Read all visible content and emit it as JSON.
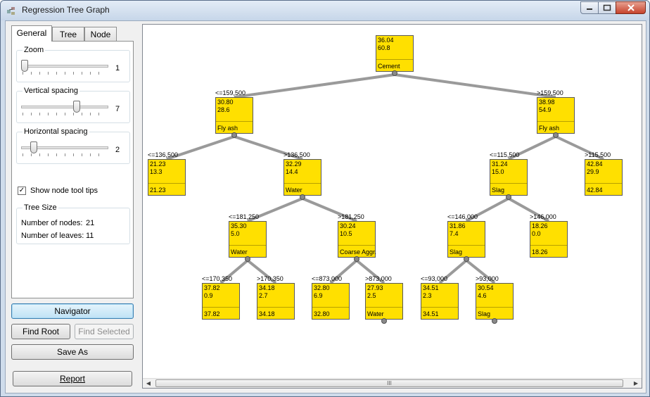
{
  "window": {
    "title": "Regression Tree Graph"
  },
  "tabs": [
    {
      "label": "General",
      "active": true
    },
    {
      "label": "Tree",
      "active": false
    },
    {
      "label": "Node",
      "active": false
    }
  ],
  "zoom": {
    "label": "Zoom",
    "value": "1",
    "level": 0.0
  },
  "vertical_spacing": {
    "label": "Vertical spacing",
    "value": "7",
    "level": 0.65
  },
  "horizontal_spacing": {
    "label": "Horizontal spacing",
    "value": "2",
    "level": 0.11
  },
  "show_tooltips": {
    "label": "Show node tool tips",
    "checked": true
  },
  "tree_size": {
    "title": "Tree Size",
    "nodes_label": "Number of nodes:",
    "nodes_value": "21",
    "leaves_label": "Number of leaves:",
    "leaves_value": "11"
  },
  "buttons": {
    "navigator": "Navigator",
    "find_root": "Find Root",
    "find_selected": "Find Selected",
    "save_as": "Save As",
    "report": "Report"
  },
  "tree": {
    "nodes": [
      {
        "id": "n0",
        "v1": "36.04",
        "v2": "60.8",
        "label": "Cement",
        "cond": ""
      },
      {
        "id": "n1",
        "v1": "30.80",
        "v2": "28.6",
        "label": "Fly ash",
        "cond": "<=159,500"
      },
      {
        "id": "n2",
        "v1": "38.98",
        "v2": "54.9",
        "label": "Fly ash",
        "cond": ">159,500"
      },
      {
        "id": "n3",
        "v1": "21.23",
        "v2": "13.3",
        "label": "21.23",
        "cond": "<=136,500"
      },
      {
        "id": "n4",
        "v1": "32.29",
        "v2": "14.4",
        "label": "Water",
        "cond": ">136,500"
      },
      {
        "id": "n5",
        "v1": "31.24",
        "v2": "15.0",
        "label": "Slag",
        "cond": "<=115,500"
      },
      {
        "id": "n6",
        "v1": "42.84",
        "v2": "29.9",
        "label": "42.84",
        "cond": ">115,500"
      },
      {
        "id": "n7",
        "v1": "35.30",
        "v2": "5.0",
        "label": "Water",
        "cond": "<=181,250"
      },
      {
        "id": "n8",
        "v1": "30.24",
        "v2": "10.5",
        "label": "Coarse Aggr.",
        "cond": ">181,250"
      },
      {
        "id": "n9",
        "v1": "31.86",
        "v2": "7.4",
        "label": "Slag",
        "cond": "<=146,000"
      },
      {
        "id": "n10",
        "v1": "18.26",
        "v2": "0.0",
        "label": "18.26",
        "cond": ">146,000"
      },
      {
        "id": "n11",
        "v1": "37.82",
        "v2": "0.9",
        "label": "37.82",
        "cond": "<=170,350"
      },
      {
        "id": "n12",
        "v1": "34.18",
        "v2": "2.7",
        "label": "34.18",
        "cond": ">170,350"
      },
      {
        "id": "n13",
        "v1": "32.80",
        "v2": "6.9",
        "label": "32.80",
        "cond": "<=873,000"
      },
      {
        "id": "n14",
        "v1": "27.93",
        "v2": "2.5",
        "label": "Water",
        "cond": ">873,000"
      },
      {
        "id": "n15",
        "v1": "34.51",
        "v2": "2.3",
        "label": "34.51",
        "cond": "<=93,000"
      },
      {
        "id": "n16",
        "v1": "30.54",
        "v2": "4.6",
        "label": "Slag",
        "cond": ">93,000"
      }
    ]
  },
  "scrollbar": {
    "grip": "III"
  }
}
